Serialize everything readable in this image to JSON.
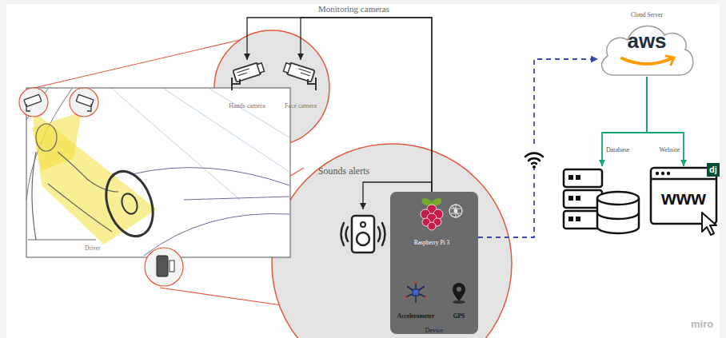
{
  "diagram": {
    "nodes": [
      {
        "text": [
          "Hands camera"
        ]
      },
      {
        "text": [
          "Face camera"
        ]
      },
      {
        "text": [
          "Sounds alerts"
        ]
      },
      {
        "text": [
          "Device"
        ]
      },
      {
        "text": [
          "Raspberry Pi 3"
        ],
        "in": 3
      },
      {
        "text": [
          "Accelerometer"
        ],
        "in": 3
      },
      {
        "text": [
          "GPS"
        ],
        "in": 3
      },
      {
        "text": [
          "Cloud Server",
          "aws"
        ]
      },
      {
        "text": [
          "Database"
        ]
      },
      {
        "text": [
          "Website",
          "www",
          "dj"
        ]
      }
    ],
    "edges": [
      {
        "from": 4,
        "to": 0,
        "arrow": "to"
      },
      {
        "from": 4,
        "to": 1,
        "arrow": "to"
      },
      {
        "from": 4,
        "to": 2,
        "arrow": "to"
      },
      {
        "from": 4,
        "to": 5,
        "arrow": "to"
      },
      {
        "from": 4,
        "to": 6,
        "arrow": "to"
      },
      {
        "from": 3,
        "to": 7,
        "arrow": "to"
      },
      {
        "from": 7,
        "to": 8,
        "arrow": "to"
      },
      {
        "from": 7,
        "to": 9,
        "arrow": "to"
      }
    ],
    "labels": [
      "Monitoring cameras",
      "Driver",
      "miro"
    ]
  }
}
